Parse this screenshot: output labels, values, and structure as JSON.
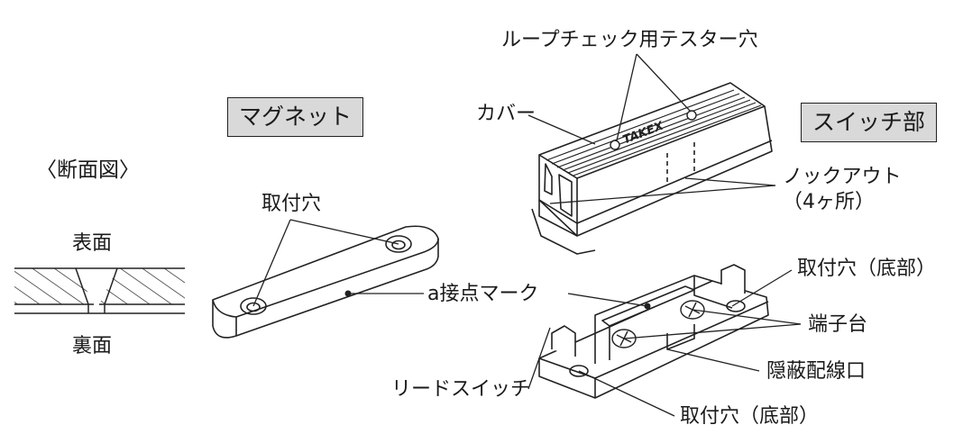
{
  "section_titles": {
    "magnet": "マグネット",
    "switch": "スイッチ部",
    "cross_section": "〈断面図〉"
  },
  "cross_section": {
    "top_label": "表面",
    "bottom_label": "裏面"
  },
  "callouts": {
    "loop_check": "ループチェック用テスター穴",
    "cover": "カバー",
    "knockout_line1": "ノックアウト",
    "knockout_line2": "（4ヶ所）",
    "magnet_holes": "取付穴",
    "a_contact": "a接点マーク",
    "bottom_hole_top": "取付穴（底部）",
    "terminal_block": "端子台",
    "hidden_wiring": "隠蔽配線口",
    "reed_switch": "リードスイッチ",
    "bottom_hole_bottom": "取付穴（底部）"
  },
  "cover_brand": "TAKEX",
  "colors": {
    "label_box": "#d9d9d9",
    "line": "#1a1a1a"
  }
}
